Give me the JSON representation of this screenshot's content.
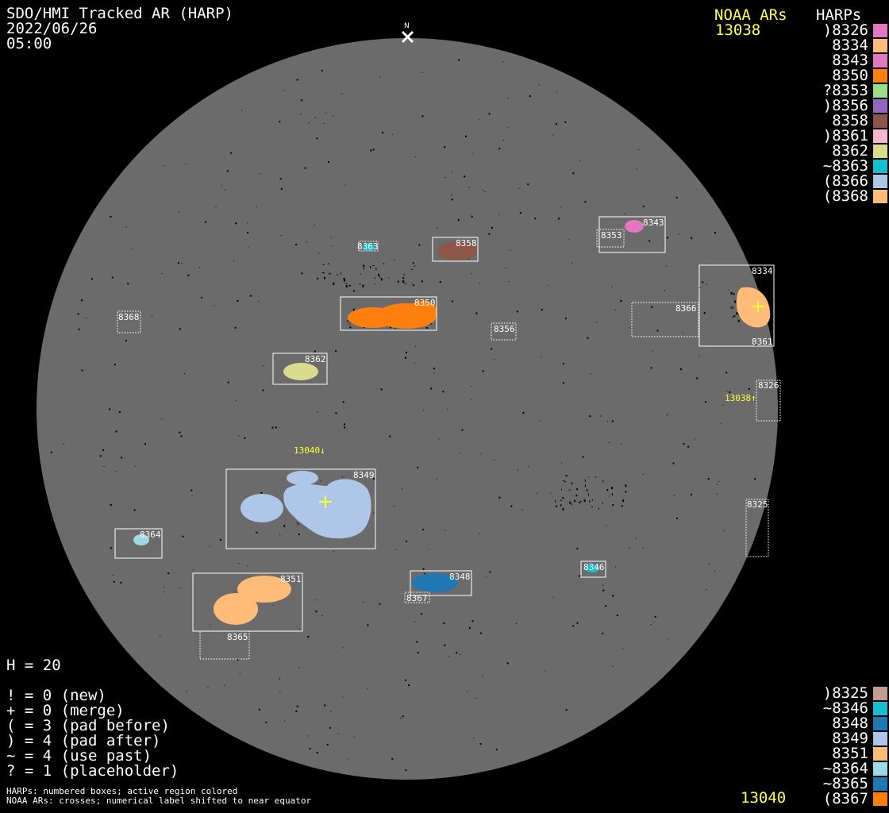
{
  "title": {
    "line1": "SDO/HMI Tracked AR (HARP)",
    "date": "2022/06/26",
    "time": "05:00"
  },
  "north_label": "N",
  "noaa": {
    "heading": "NOAA ARs",
    "top_value": "13038",
    "bottom_value": "13040"
  },
  "harp_heading": "HARPs",
  "legend_top": [
    {
      "label": ")8326",
      "color": "#e377c2"
    },
    {
      "label": "8334",
      "color": "#ffbb78"
    },
    {
      "label": "8343",
      "color": "#e377c2"
    },
    {
      "label": "8350",
      "color": "#ff7f0e"
    },
    {
      "label": "?8353",
      "color": "#98df8a"
    },
    {
      "label": ")8356",
      "color": "#9467bd"
    },
    {
      "label": "8358",
      "color": "#8c564b"
    },
    {
      "label": ")8361",
      "color": "#f7b6d2"
    },
    {
      "label": "8362",
      "color": "#dbdb8d"
    },
    {
      "label": "~8363",
      "color": "#17becf"
    },
    {
      "label": "(8366",
      "color": "#aec7e8"
    },
    {
      "label": "(8368",
      "color": "#ffbb78"
    }
  ],
  "legend_bottom": [
    {
      "label": ")8325",
      "color": "#c49c94"
    },
    {
      "label": "~8346",
      "color": "#17becf"
    },
    {
      "label": "8348",
      "color": "#1f77b4"
    },
    {
      "label": "8349",
      "color": "#aec7e8"
    },
    {
      "label": "8351",
      "color": "#ffbb78"
    },
    {
      "label": "~8364",
      "color": "#9edae5"
    },
    {
      "label": "~8365",
      "color": "#1f77b4"
    },
    {
      "label": "(8367",
      "color": "#ff7f0e"
    }
  ],
  "stats": {
    "h": "H = 20",
    "new": "! = 0 (new)",
    "merge": "+ = 0 (merge)",
    "pad_before": "( = 3 (pad before)",
    "pad_after": ") = 4 (pad after)",
    "use_past": "~ = 4 (use past)",
    "placeholder": "? = 1 (placeholder)"
  },
  "footer": {
    "line1": "HARPs: numbered boxes; active region colored",
    "line2": "NOAA ARs: crosses; numerical label shifted to near equator"
  },
  "disk_labels": {
    "noaa_13038": "13038↑",
    "noaa_13040": "13040↓"
  },
  "harps": [
    {
      "id": "8363",
      "label": "8363",
      "color": "#17becf",
      "dashed": true
    },
    {
      "id": "8358",
      "label": "8358",
      "color": "#8c564b",
      "dashed": false
    },
    {
      "id": "8353",
      "label": "8353",
      "color": "#98df8a",
      "dashed": true
    },
    {
      "id": "8343",
      "label": "8343",
      "color": "#e377c2",
      "dashed": false
    },
    {
      "id": "8334",
      "label": "8334",
      "color": "#ffbb78",
      "dashed": false
    },
    {
      "id": "8361",
      "label": "8361",
      "color": "#f7b6d2",
      "dashed": true
    },
    {
      "id": "8366",
      "label": "8366",
      "color": "#aec7e8",
      "dashed": true
    },
    {
      "id": "8350",
      "label": "8350",
      "color": "#ff7f0e",
      "dashed": false
    },
    {
      "id": "8356",
      "label": "8356",
      "color": "#9467bd",
      "dashed": true
    },
    {
      "id": "8368",
      "label": "8368",
      "color": "#ffbb78",
      "dashed": true
    },
    {
      "id": "8362",
      "label": "8362",
      "color": "#dbdb8d",
      "dashed": false
    },
    {
      "id": "8326",
      "label": "8326",
      "color": "#e377c2",
      "dashed": true
    },
    {
      "id": "8349",
      "label": "8349",
      "color": "#aec7e8",
      "dashed": false
    },
    {
      "id": "8325",
      "label": "8325",
      "color": "#c49c94",
      "dashed": true
    },
    {
      "id": "8364",
      "label": "8364",
      "color": "#9edae5",
      "dashed": false
    },
    {
      "id": "8346",
      "label": "8346",
      "color": "#17becf",
      "dashed": false
    },
    {
      "id": "8348",
      "label": "8348",
      "color": "#1f77b4",
      "dashed": false
    },
    {
      "id": "8367",
      "label": "8367",
      "color": "#ff7f0e",
      "dashed": true
    },
    {
      "id": "8351",
      "label": "8351",
      "color": "#ffbb78",
      "dashed": false
    },
    {
      "id": "8365",
      "label": "8365",
      "color": "#1f77b4",
      "dashed": true
    }
  ]
}
